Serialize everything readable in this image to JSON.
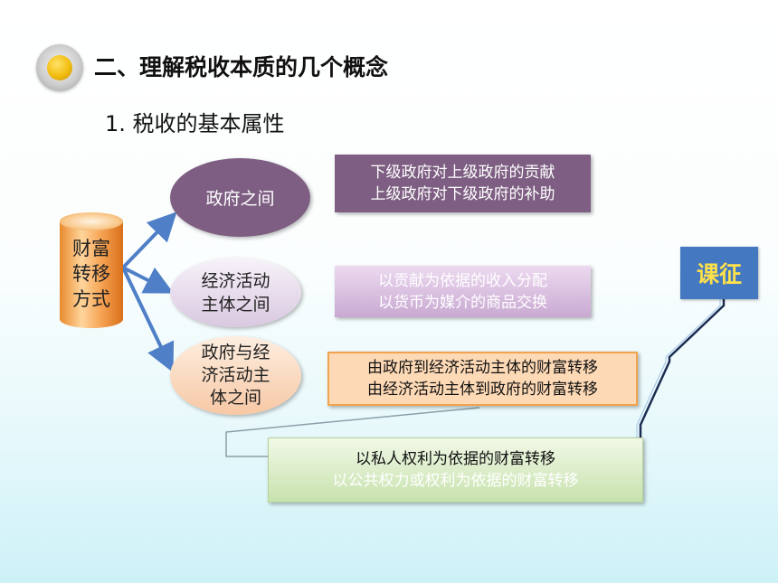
{
  "slide": {
    "title": "二、理解税收本质的几个概念",
    "subtitle": "1. 税收的基本属性"
  },
  "colors": {
    "purple": "#7e5f83",
    "orange": "#f0a44d",
    "blue_badge": "#4478c0",
    "arrow_blue": "#4f7fc7",
    "badge_text": "#ffe14a"
  },
  "diagram": {
    "root": {
      "lines": [
        "财富",
        "转移",
        "方式"
      ]
    },
    "branches": [
      {
        "label": "政府之间"
      },
      {
        "label_lines": [
          "经济活动",
          "主体之间"
        ]
      },
      {
        "label_lines": [
          "政府与经",
          "济活动主",
          "体之间"
        ]
      }
    ],
    "boxes": [
      {
        "lines": [
          "下级政府对上级政府的贡献",
          "上级政府对下级政府的补助"
        ]
      },
      {
        "lines": [
          "以贡献为依据的收入分配",
          "以货币为媒介的商品交换"
        ]
      },
      {
        "lines": [
          "由政府到经济活动主体的财富转移",
          "由经济活动主体到政府的财富转移"
        ]
      },
      {
        "lines": [
          "以私人权利为依据的财富转移",
          "以公共权力或权利为依据的财富转移"
        ]
      }
    ],
    "badge": {
      "label": "课征"
    }
  }
}
